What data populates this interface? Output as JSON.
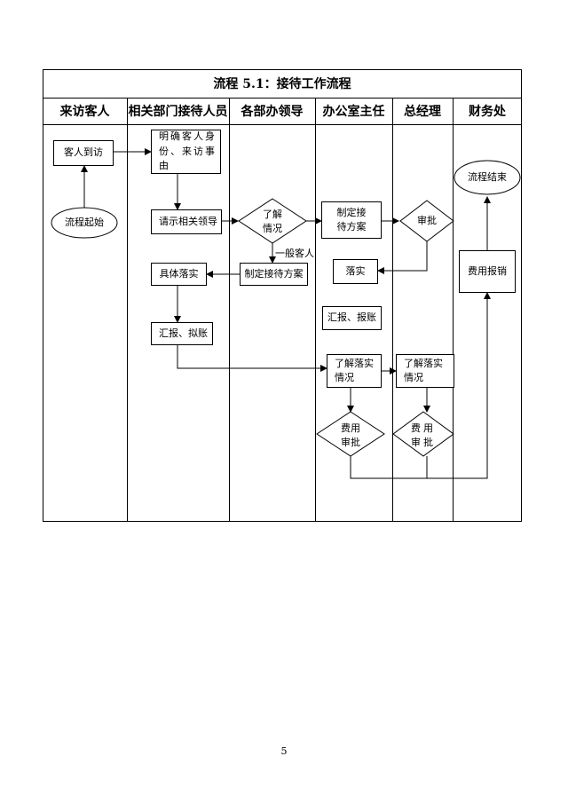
{
  "title": "流程 5.1：接待工作流程",
  "lanes": [
    "来访客人",
    "相关部门接待人员",
    "各部办领导",
    "办公室主任",
    "总经理",
    "财务处"
  ],
  "nodes": {
    "guest_arrival": "客人到访",
    "process_start": "流程起始",
    "clarify_identity": "明确客人身份、来访事由",
    "request_leader": "请示相关领导",
    "understand_situation": "了解情况",
    "draft_plan": "制定接待方案",
    "approve": "审批",
    "formulate_plan": "制定接待方案",
    "implement_office": "落实",
    "report_reimburse_office": "汇报、报账",
    "implement_specific": "具体落实",
    "report_reimburse_dept": "汇报、拟账",
    "understand_office": "了解落实情况",
    "understand_gm": "了解落实情况",
    "expense_approve_office": "费用审批",
    "expense_approve_gm": "费用审批",
    "reimburse": "费用报销",
    "process_end": "流程结束"
  },
  "edge_labels": {
    "general_guest": "一般客人"
  },
  "page_number": "5"
}
